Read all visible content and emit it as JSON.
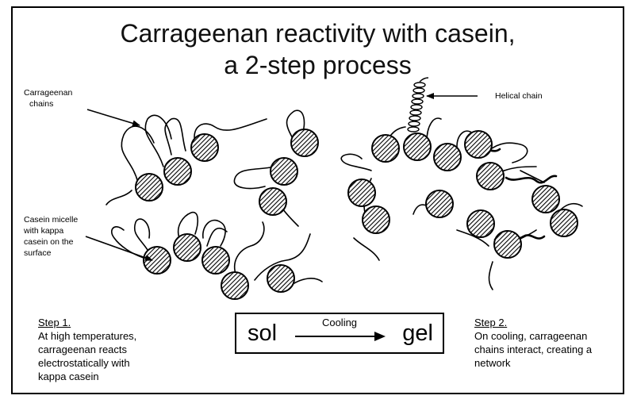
{
  "title_line1": "Carrageenan reactivity with casein,",
  "title_line2": "a 2-step process",
  "labels": {
    "carrageenan_chains_1": "Carrageenan",
    "carrageenan_chains_2": "chains",
    "helical_chain": "Helical chain",
    "casein_1": "Casein micelle",
    "casein_2": "with kappa",
    "casein_3": "casein on the",
    "casein_4": "surface"
  },
  "step1": {
    "heading": "Step 1.",
    "line1": "At high temperatures,",
    "line2": "carrageenan reacts",
    "line3": "electrostatically with",
    "line4": "kappa casein"
  },
  "step2": {
    "heading": "Step 2.",
    "line1": "On cooling, carrageenan",
    "line2": "chains interact, creating a",
    "line3": "network"
  },
  "process": {
    "from": "sol",
    "to": "gel",
    "condition": "Cooling"
  }
}
